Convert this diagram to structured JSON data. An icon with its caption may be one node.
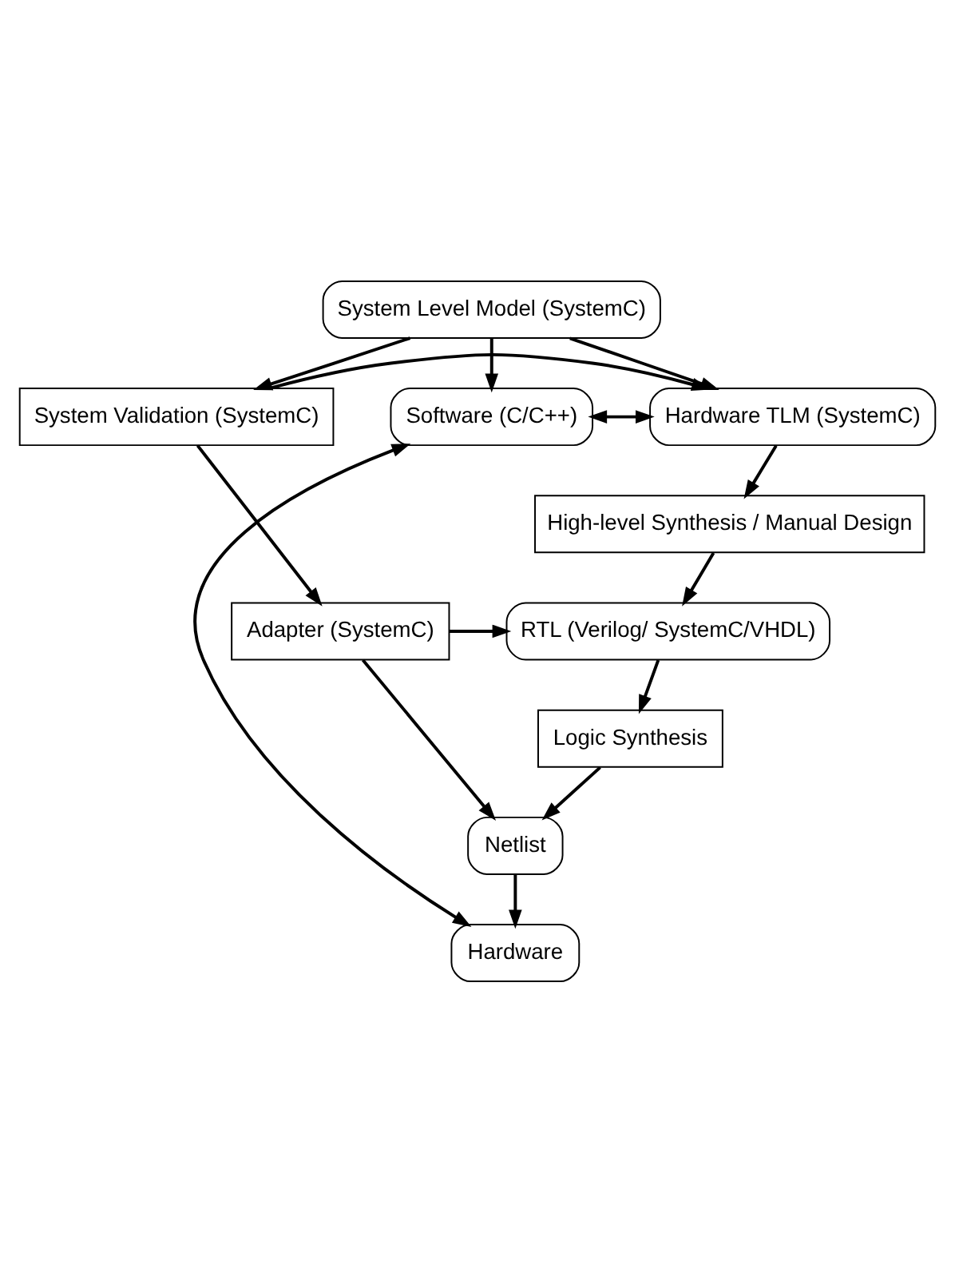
{
  "diagram": {
    "nodes": [
      {
        "text": [
          "System Level Model (SystemC)"
        ]
      },
      {
        "text": [
          "Software (C/C++)"
        ]
      },
      {
        "text": [
          "Hardware TLM (SystemC)"
        ]
      },
      {
        "text": [
          "System Validation (SystemC)"
        ]
      },
      {
        "text": [
          "High-level Synthesis / Manual Design"
        ]
      },
      {
        "text": [
          "RTL (Verilog/ SystemC/VHDL)"
        ]
      },
      {
        "text": [
          "Adapter (SystemC)"
        ]
      },
      {
        "text": [
          "Logic Synthesis"
        ]
      },
      {
        "text": [
          "Netlist"
        ]
      },
      {
        "text": [
          "Hardware"
        ]
      }
    ],
    "edges": [
      {
        "from": 0,
        "to": 1,
        "arrow": "to"
      },
      {
        "from": 0,
        "to": 2,
        "arrow": "to"
      },
      {
        "from": 0,
        "to": 3,
        "arrow": "to"
      },
      {
        "from": 1,
        "to": 2,
        "arrow": "both"
      },
      {
        "from": 3,
        "to": 2,
        "arrow": "to"
      },
      {
        "from": 2,
        "to": 4,
        "arrow": "to"
      },
      {
        "from": 4,
        "to": 5,
        "arrow": "to"
      },
      {
        "from": 3,
        "to": 6,
        "arrow": "to"
      },
      {
        "from": 6,
        "to": 5,
        "arrow": "to"
      },
      {
        "from": 5,
        "to": 7,
        "arrow": "to"
      },
      {
        "from": 6,
        "to": 8,
        "arrow": "to"
      },
      {
        "from": 7,
        "to": 8,
        "arrow": "to"
      },
      {
        "from": 8,
        "to": 9,
        "arrow": "to"
      },
      {
        "from": 1,
        "to": 9,
        "arrow": "both"
      }
    ]
  }
}
